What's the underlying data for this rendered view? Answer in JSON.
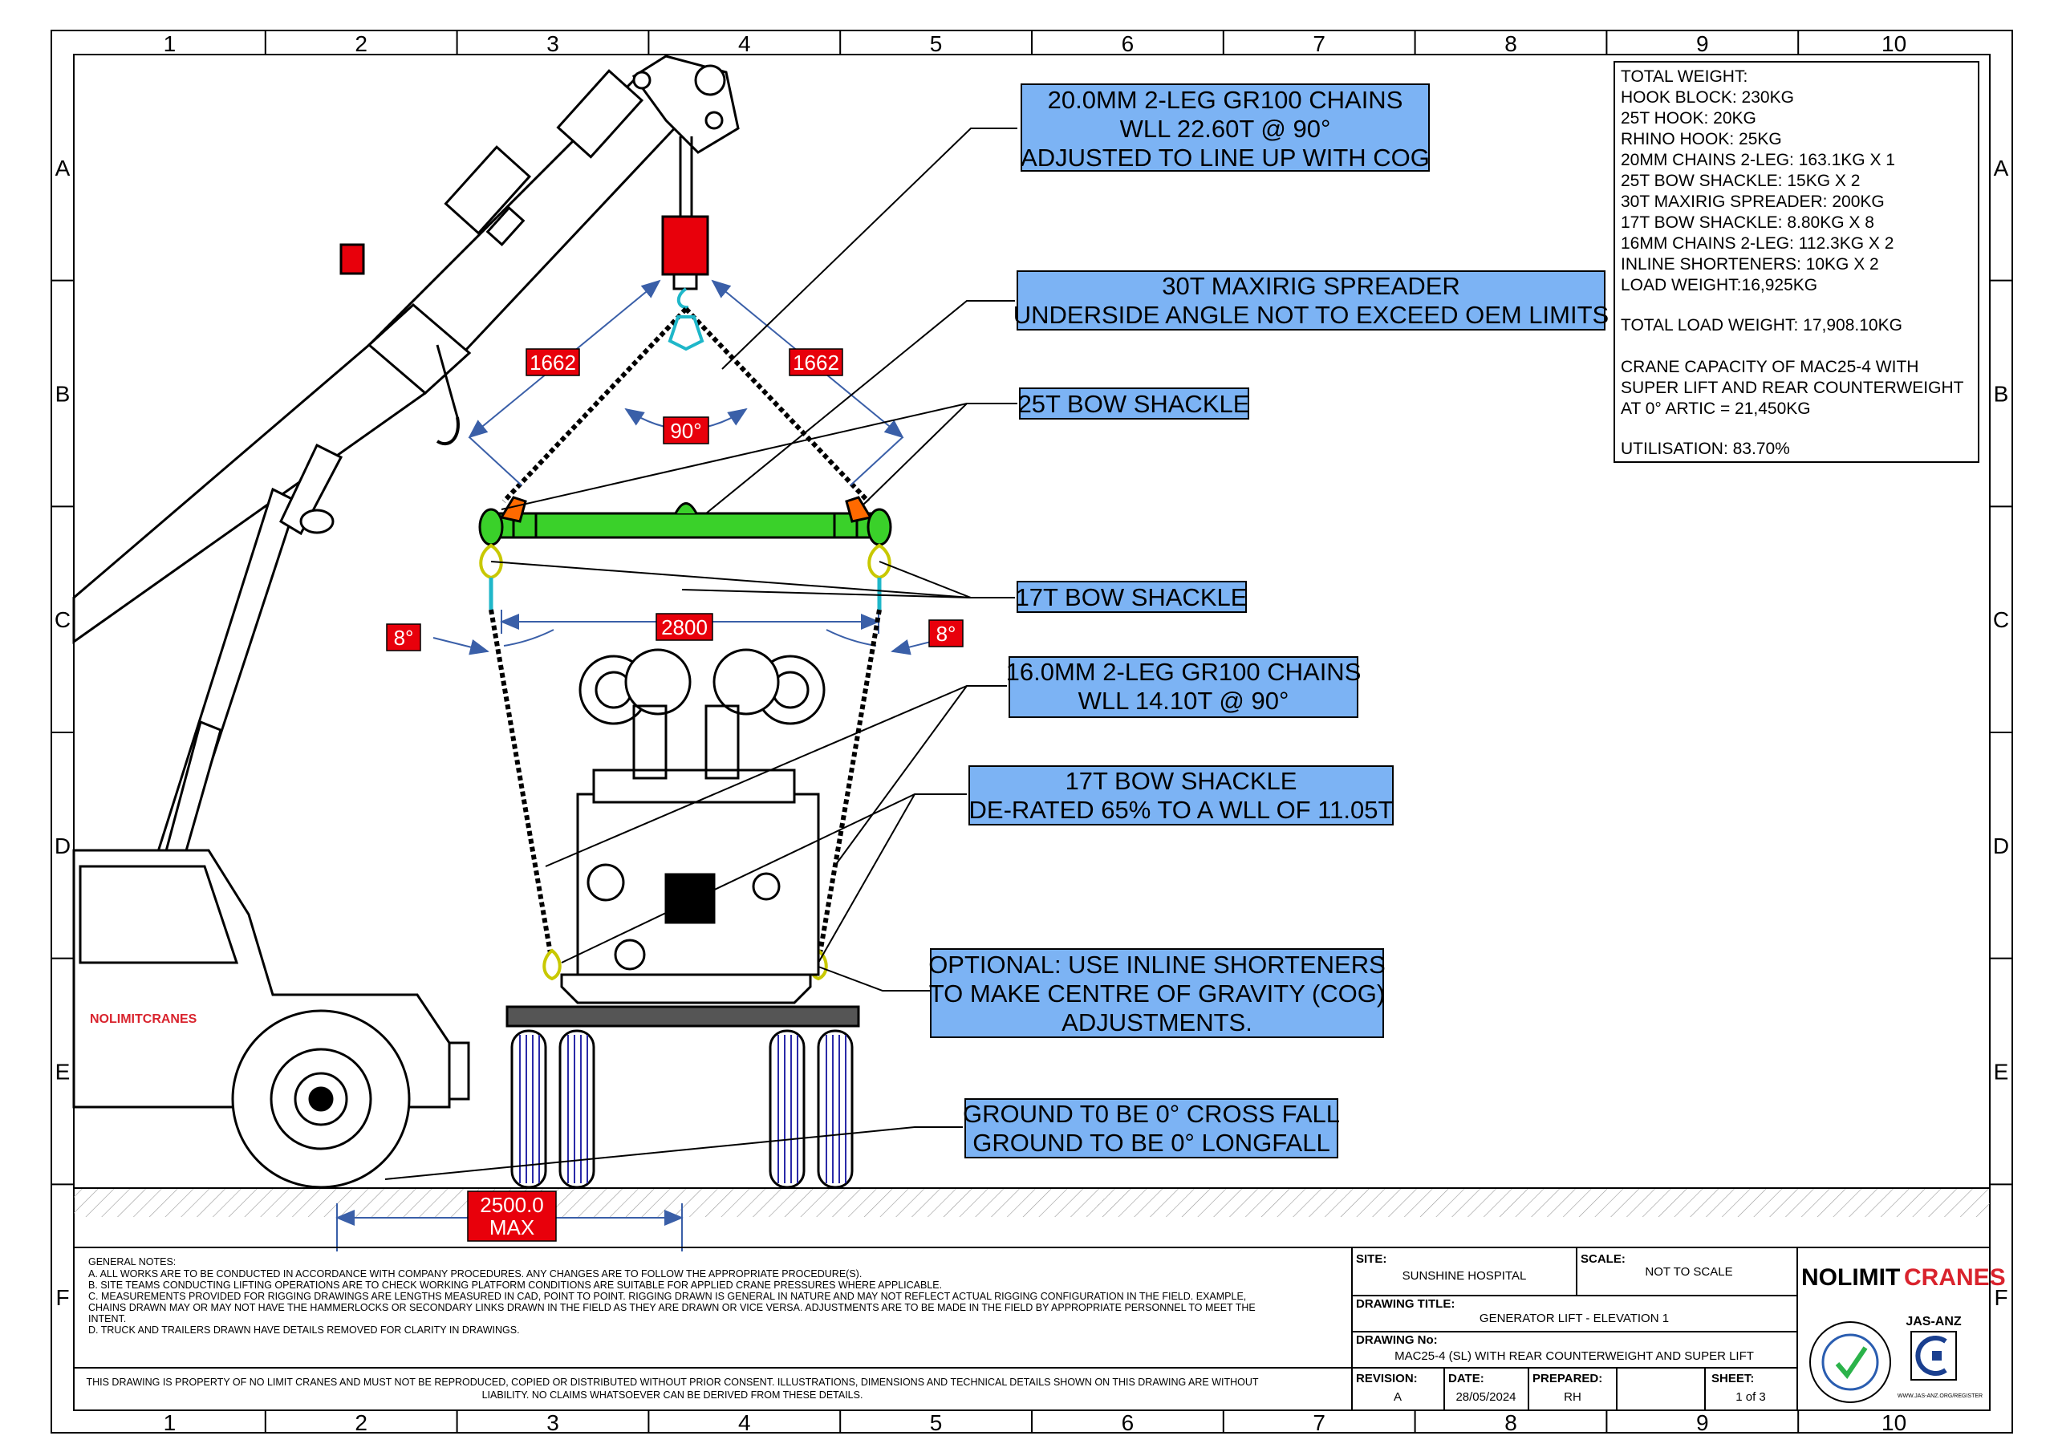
{
  "frame": {
    "columns": [
      "1",
      "2",
      "3",
      "4",
      "5",
      "6",
      "7",
      "8",
      "9",
      "10"
    ],
    "rows": [
      "A",
      "B",
      "C",
      "D",
      "E",
      "F"
    ]
  },
  "callouts": {
    "chains20": [
      "20.0MM 2-LEG GR100 CHAINS",
      "WLL 22.60T @ 90°",
      "ADJUSTED TO LINE UP WITH COG"
    ],
    "spreader": [
      "30T MAXIRIG SPREADER",
      "UNDERSIDE ANGLE NOT TO EXCEED OEM LIMITS"
    ],
    "shackle25": [
      "25T BOW SHACKLE"
    ],
    "shackle17": [
      "17T BOW SHACKLE"
    ],
    "chains16": [
      "16.0MM 2-LEG GR100 CHAINS",
      "WLL 14.10T @ 90°"
    ],
    "shackle17derated": [
      "17T BOW SHACKLE",
      "DE-RATED 65% TO A WLL OF 11.05T"
    ],
    "optional": [
      "OPTIONAL: USE INLINE SHORTENERS",
      "TO MAKE CENTRE OF GRAVITY (COG)",
      "ADJUSTMENTS."
    ],
    "ground": [
      "GROUND T0 BE 0° CROSS FALL",
      "GROUND TO BE 0° LONGFALL"
    ]
  },
  "dimensions": {
    "left_chain": "1662",
    "right_chain": "1662",
    "apex_angle": "90°",
    "spreader_width": "2800",
    "left_angle": "8°",
    "right_angle": "8°",
    "max_line1": "2500.0",
    "max_line2": "MAX"
  },
  "weights": {
    "lines": [
      "TOTAL WEIGHT:",
      "HOOK BLOCK: 230KG",
      "25T HOOK: 20KG",
      "RHINO HOOK: 25KG",
      "20MM CHAINS 2-LEG: 163.1KG X 1",
      "25T BOW SHACKLE: 15KG X 2",
      "30T MAXIRIG SPREADER: 200KG",
      "17T BOW SHACKLE: 8.80KG X 8",
      "16MM CHAINS 2-LEG: 112.3KG X 2",
      "INLINE SHORTENERS: 10KG X 2",
      "LOAD WEIGHT:16,925KG"
    ],
    "total_load": "TOTAL LOAD WEIGHT: 17,908.10KG",
    "capacity": [
      "CRANE CAPACITY OF MAC25-4 WITH",
      "SUPER LIFT AND REAR COUNTERWEIGHT",
      "AT 0° ARTIC = 21,450KG"
    ],
    "utilisation": "UTILISATION: 83.70%"
  },
  "crane_brand": "NOLIMITCRANES",
  "notes": {
    "heading": "GENERAL NOTES:",
    "items": [
      "A.   ALL WORKS ARE TO BE CONDUCTED IN ACCORDANCE WITH COMPANY PROCEDURES. ANY CHANGES ARE TO FOLLOW THE APPROPRIATE PROCEDURE(S).",
      "B.   SITE TEAMS CONDUCTING LIFTING OPERATIONS ARE TO CHECK WORKING PLATFORM CONDITIONS ARE SUITABLE FOR APPLIED CRANE PRESSURES WHERE APPLICABLE.",
      "C.   MEASUREMENTS PROVIDED FOR RIGGING DRAWINGS ARE LENGTHS MEASURED IN CAD, POINT TO POINT. RIGGING DRAWN IS GENERAL IN NATURE AND MAY NOT REFLECT ACTUAL RIGGING CONFIGURATION IN THE FIELD. EXAMPLE,",
      "       CHAINS DRAWN MAY OR MAY NOT HAVE THE HAMMERLOCKS OR SECONDARY LINKS DRAWN IN THE FIELD AS THEY ARE DRAWN OR VICE VERSA. ADJUSTMENTS ARE TO BE MADE IN THE FIELD BY APPROPRIATE PERSONNEL TO MEET THE",
      "       INTENT.",
      "D.   TRUCK AND TRAILERS DRAWN HAVE DETAILS REMOVED FOR CLARITY IN DRAWINGS."
    ],
    "disclaimer": [
      "THIS DRAWING IS PROPERTY OF NO LIMIT CRANES AND MUST NOT BE REPRODUCED, COPIED OR DISTRIBUTED WITHOUT PRIOR CONSENT. ILLUSTRATIONS, DIMENSIONS AND TECHNICAL DETAILS SHOWN ON THIS DRAWING ARE WITHOUT",
      "LIABILITY. NO CLAIMS WHATSOEVER CAN BE DERIVED FROM THESE DETAILS."
    ]
  },
  "title_block": {
    "site_label": "SITE:",
    "site": "SUNSHINE HOSPITAL",
    "scale_label": "SCALE:",
    "scale": "NOT TO SCALE",
    "title_label": "DRAWING TITLE:",
    "title": "GENERATOR LIFT - ELEVATION 1",
    "drawing_no_label": "DRAWING No:",
    "drawing_no": "MAC25-4 (SL) WITH REAR COUNTERWEIGHT AND SUPER LIFT",
    "revision_label": "REVISION:",
    "revision": "A",
    "date_label": "DATE:",
    "date": "28/05/2024",
    "prepared_label": "PREPARED:",
    "prepared": "RH",
    "sheet_label": "SHEET:",
    "sheet": "1 of 3",
    "logo_part1": "NOLIMIT",
    "logo_part2": "CRANES",
    "cert_label": "JAS-ANZ",
    "cert_url": "WWW.JAS-ANZ.ORG/REGISTER"
  },
  "colors": {
    "callout_fill": "#7cb3f4",
    "dim_fill": "#e8000b",
    "spreader": "#3ad12a",
    "shackle": "#ff6a00",
    "hook": "#e8000b",
    "dim_line": "#3a5fa8",
    "brand_red": "#d9232d"
  }
}
